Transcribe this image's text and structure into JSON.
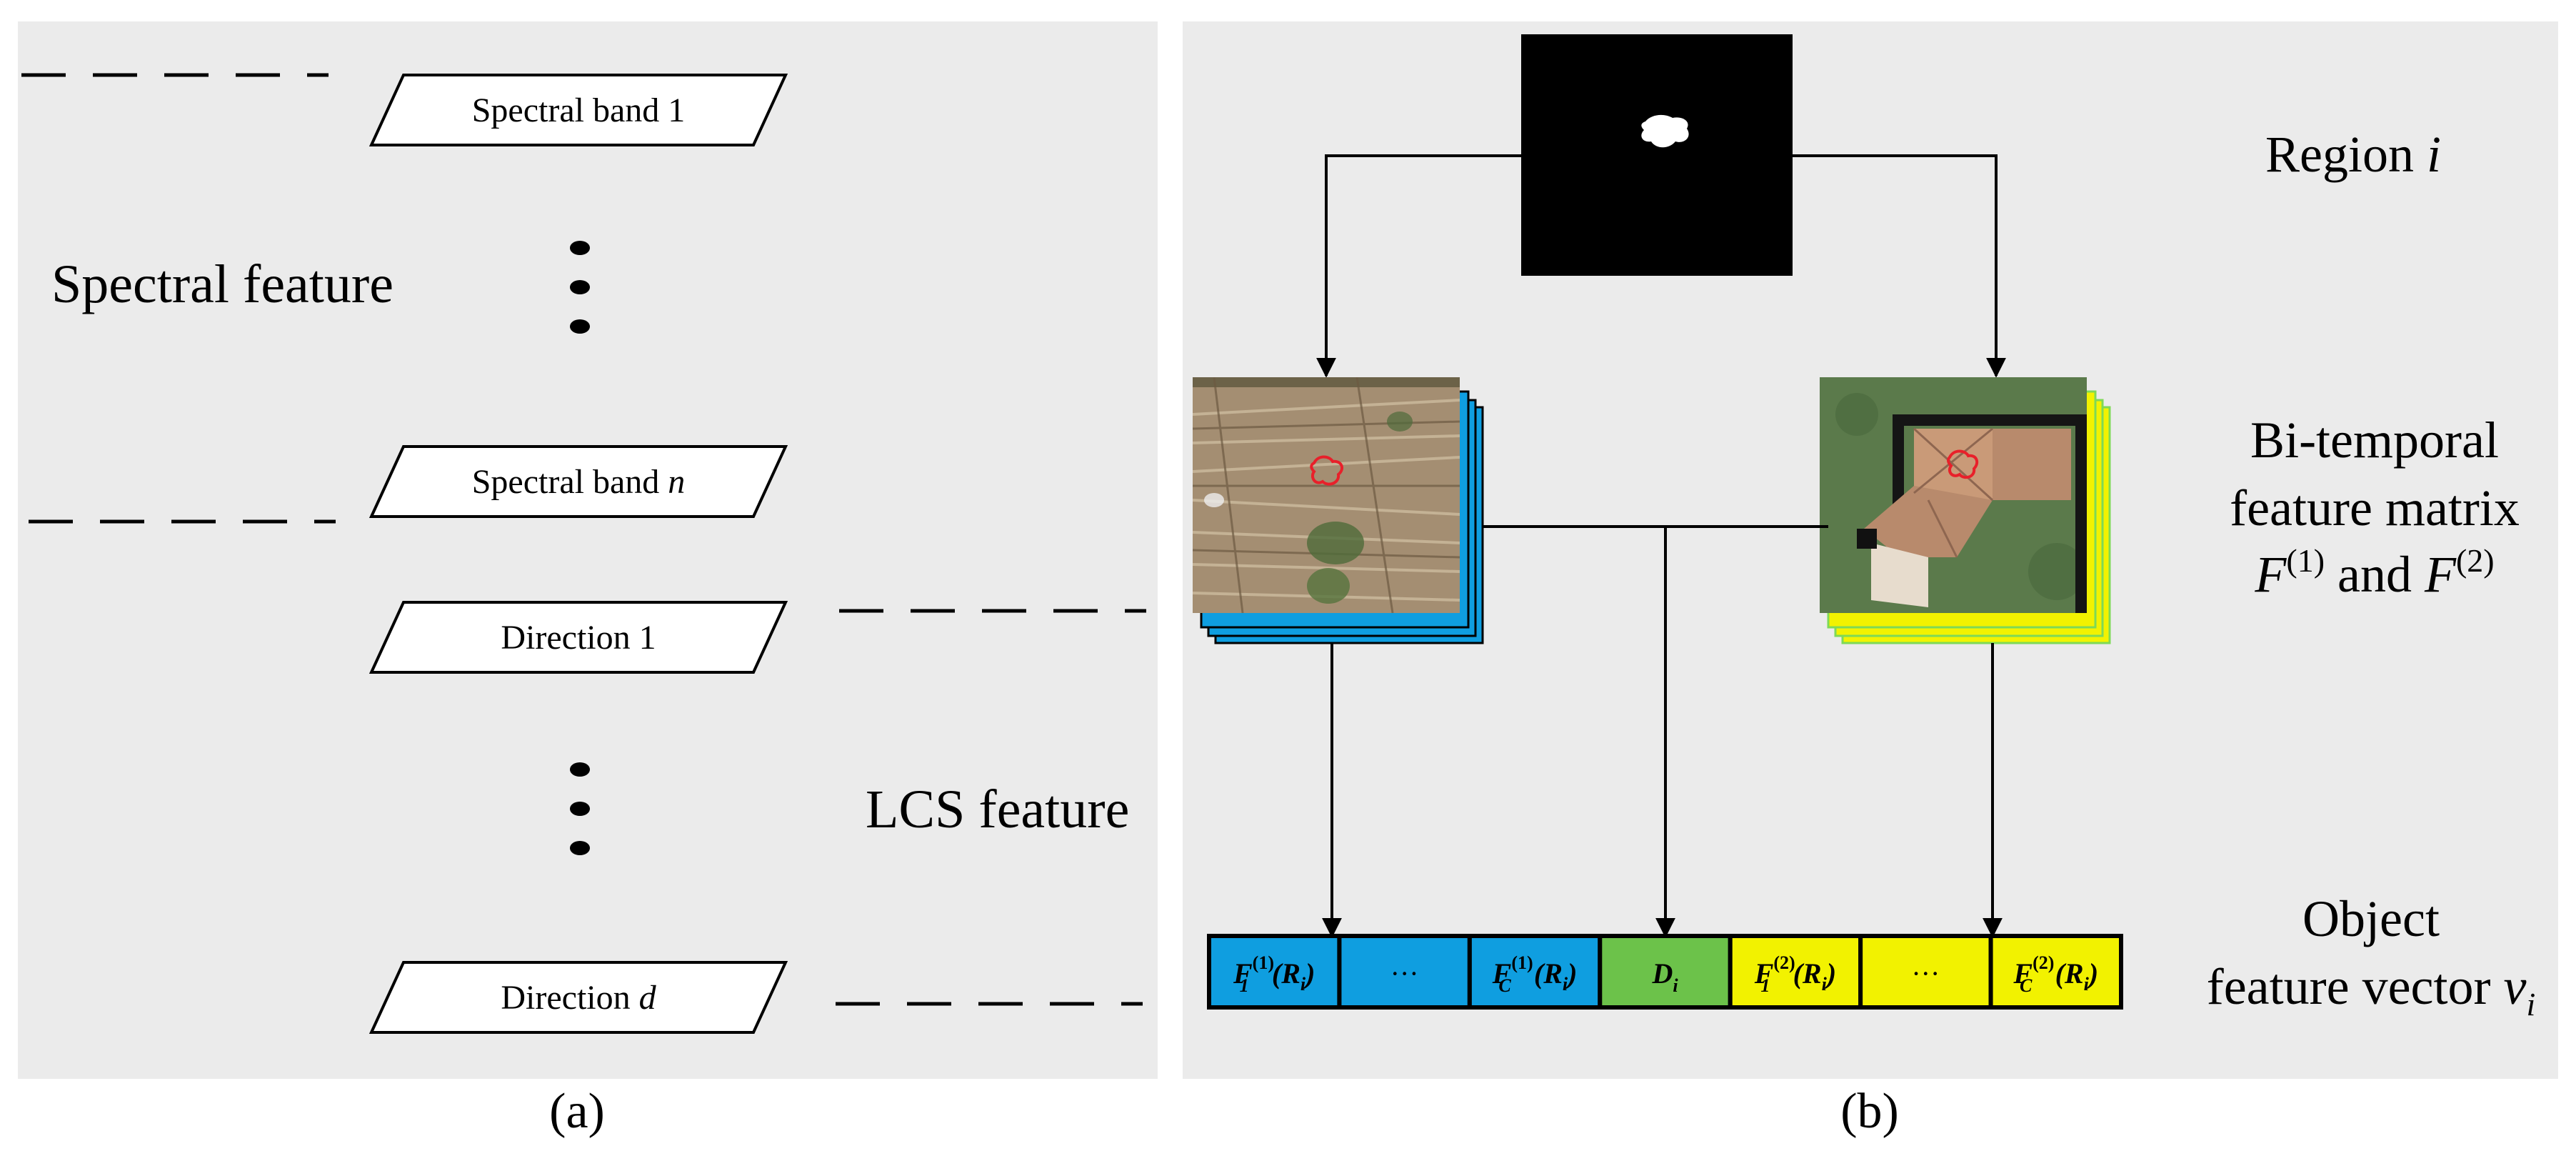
{
  "panel_a": {
    "caption": "(a)",
    "spectral_group_label": "Spectral feature",
    "lcs_group_label": "LCS feature",
    "boxes": [
      {
        "prefix": "Spectral band ",
        "var": "",
        "suffix": "1"
      },
      {
        "prefix": "Spectral band ",
        "var": "n",
        "suffix": ""
      },
      {
        "prefix": "Direction ",
        "var": "",
        "suffix": "1"
      },
      {
        "prefix": "Direction ",
        "var": "d",
        "suffix": ""
      }
    ],
    "ellipsis_count": 2
  },
  "panel_b": {
    "caption": "(b)",
    "region_label": {
      "text": "Region ",
      "var": "i"
    },
    "matrix_label": {
      "line1": "Bi-temporal",
      "line2": "feature matrix",
      "F": "F",
      "sup1": "(1)",
      "and": " and ",
      "sup2": "(2)"
    },
    "vector_label": {
      "line1": "Object",
      "line2": "feature vector ",
      "var": "v",
      "sub": "i"
    },
    "vector_cells": [
      {
        "base": "F",
        "sub": "1",
        "sup": "(1)",
        "arg": "(R",
        "argsub": "i",
        "close": ")",
        "color": "#0f9ee0"
      },
      {
        "base": "···",
        "sub": "",
        "sup": "",
        "arg": "",
        "argsub": "",
        "close": "",
        "color": "#0f9ee0"
      },
      {
        "base": "F",
        "sub": "C",
        "sup": "(1)",
        "arg": "(R",
        "argsub": "i",
        "close": ")",
        "color": "#0f9ee0"
      },
      {
        "base": "D",
        "sub": "i",
        "sup": "",
        "arg": "",
        "argsub": "",
        "close": "",
        "color": "#6cc24a"
      },
      {
        "base": "F",
        "sub": "1",
        "sup": "(2)",
        "arg": "(R",
        "argsub": "i",
        "close": ")",
        "color": "#f2f200"
      },
      {
        "base": "···",
        "sub": "",
        "sup": "",
        "arg": "",
        "argsub": "",
        "close": "",
        "color": "#f2f200"
      },
      {
        "base": "F",
        "sub": "C",
        "sup": "(2)",
        "arg": "(R",
        "argsub": "i",
        "close": ")",
        "color": "#f2f200"
      }
    ]
  },
  "colors": {
    "panel_bg": "#ebebeb",
    "time1_stack": "#0f9ee0",
    "time2_stack": "#f2f200",
    "time2_edge": "#7ed957",
    "diff_cell": "#6cc24a",
    "region_outline": "#e8202a"
  }
}
